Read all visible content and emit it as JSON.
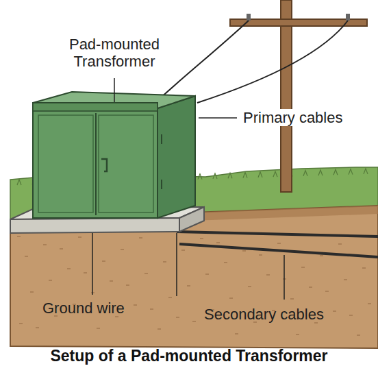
{
  "diagram": {
    "title": "Setup of a Pad-mounted Transformer",
    "labels": [
      "Pad-mounted Transformer",
      "Primary cables",
      "Ground wire",
      "Secondary cables"
    ]
  }
}
